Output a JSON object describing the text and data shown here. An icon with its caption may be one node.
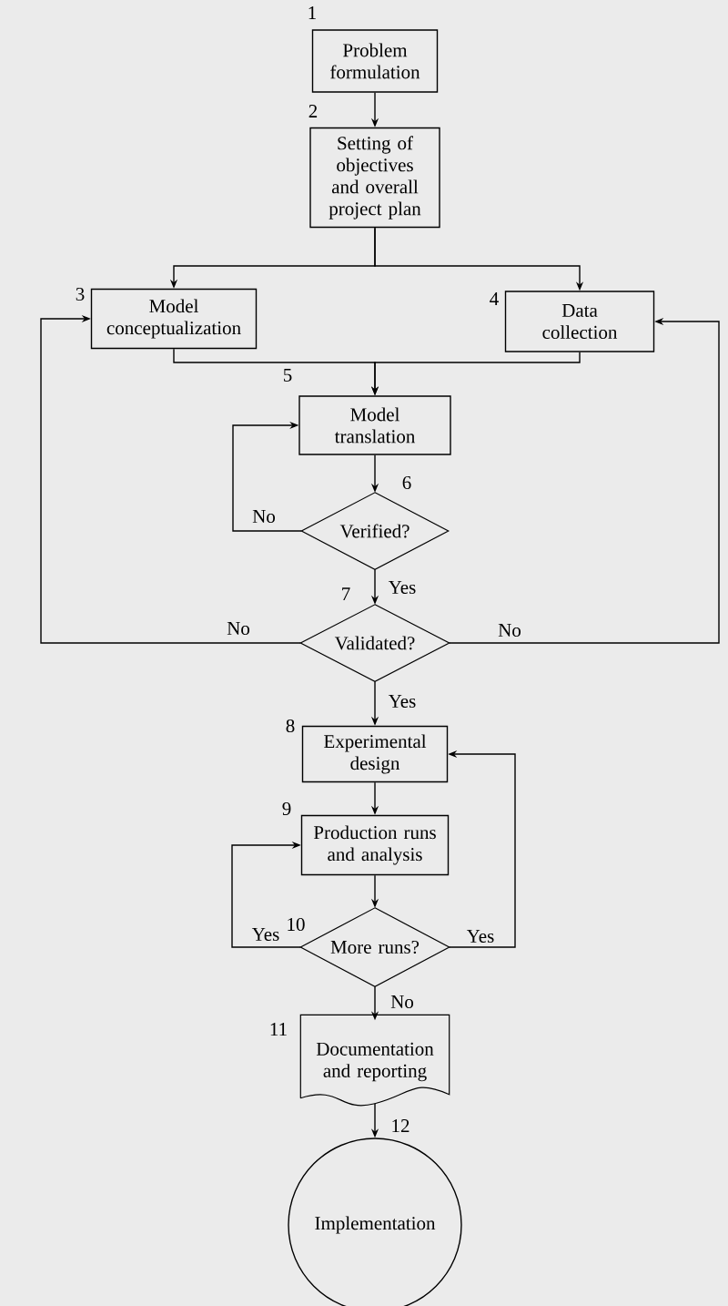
{
  "diagram": {
    "nodes": [
      {
        "text": [
          "Problem formulation"
        ],
        "beside": [
          "1"
        ]
      },
      {
        "text": [
          "Setting of objectives and overall project plan"
        ],
        "beside": [
          "2"
        ]
      },
      {
        "text": [
          "Model conceptualization"
        ],
        "beside": [
          "3"
        ]
      },
      {
        "text": [
          "Data collection"
        ],
        "beside": [
          "4"
        ]
      },
      {
        "text": [
          "Model translation"
        ],
        "beside": [
          "5"
        ]
      },
      {
        "text": [
          "Verified?"
        ],
        "beside": [
          "6"
        ]
      },
      {
        "text": [
          "Validated?"
        ],
        "beside": [
          "7"
        ]
      },
      {
        "text": [
          "Experimental design"
        ],
        "beside": [
          "8"
        ]
      },
      {
        "text": [
          "Production runs and analysis"
        ],
        "beside": [
          "9"
        ]
      },
      {
        "text": [
          "More runs?"
        ],
        "beside": [
          "10"
        ]
      },
      {
        "text": [
          "Documentation and reporting"
        ],
        "beside": [
          "11"
        ]
      },
      {
        "text": [
          "Implementation"
        ],
        "beside": [
          "12"
        ]
      }
    ],
    "edges": [
      {
        "from": 0,
        "to": 1,
        "arrow": "to"
      },
      {
        "from": 1,
        "to": 2,
        "arrow": "to"
      },
      {
        "from": 1,
        "to": 3,
        "arrow": "to"
      },
      {
        "from": 2,
        "to": 4,
        "arrow": "to"
      },
      {
        "from": 3,
        "to": 4,
        "arrow": "to"
      },
      {
        "from": 4,
        "to": 5,
        "arrow": "to"
      },
      {
        "from": 5,
        "to": 4,
        "arrow": "to",
        "label": "No"
      },
      {
        "from": 5,
        "to": 6,
        "arrow": "to",
        "label": "Yes"
      },
      {
        "from": 6,
        "to": 2,
        "arrow": "to",
        "label": "No"
      },
      {
        "from": 6,
        "to": 3,
        "arrow": "to",
        "label": "No"
      },
      {
        "from": 6,
        "to": 7,
        "arrow": "to",
        "label": "Yes"
      },
      {
        "from": 7,
        "to": 8,
        "arrow": "to"
      },
      {
        "from": 8,
        "to": 9,
        "arrow": "to"
      },
      {
        "from": 9,
        "to": 8,
        "arrow": "to",
        "label": "Yes"
      },
      {
        "from": 9,
        "to": 7,
        "arrow": "to",
        "label": "Yes"
      },
      {
        "from": 9,
        "to": 10,
        "arrow": "to",
        "label": "No"
      },
      {
        "from": 10,
        "to": 11,
        "arrow": "to"
      }
    ]
  }
}
